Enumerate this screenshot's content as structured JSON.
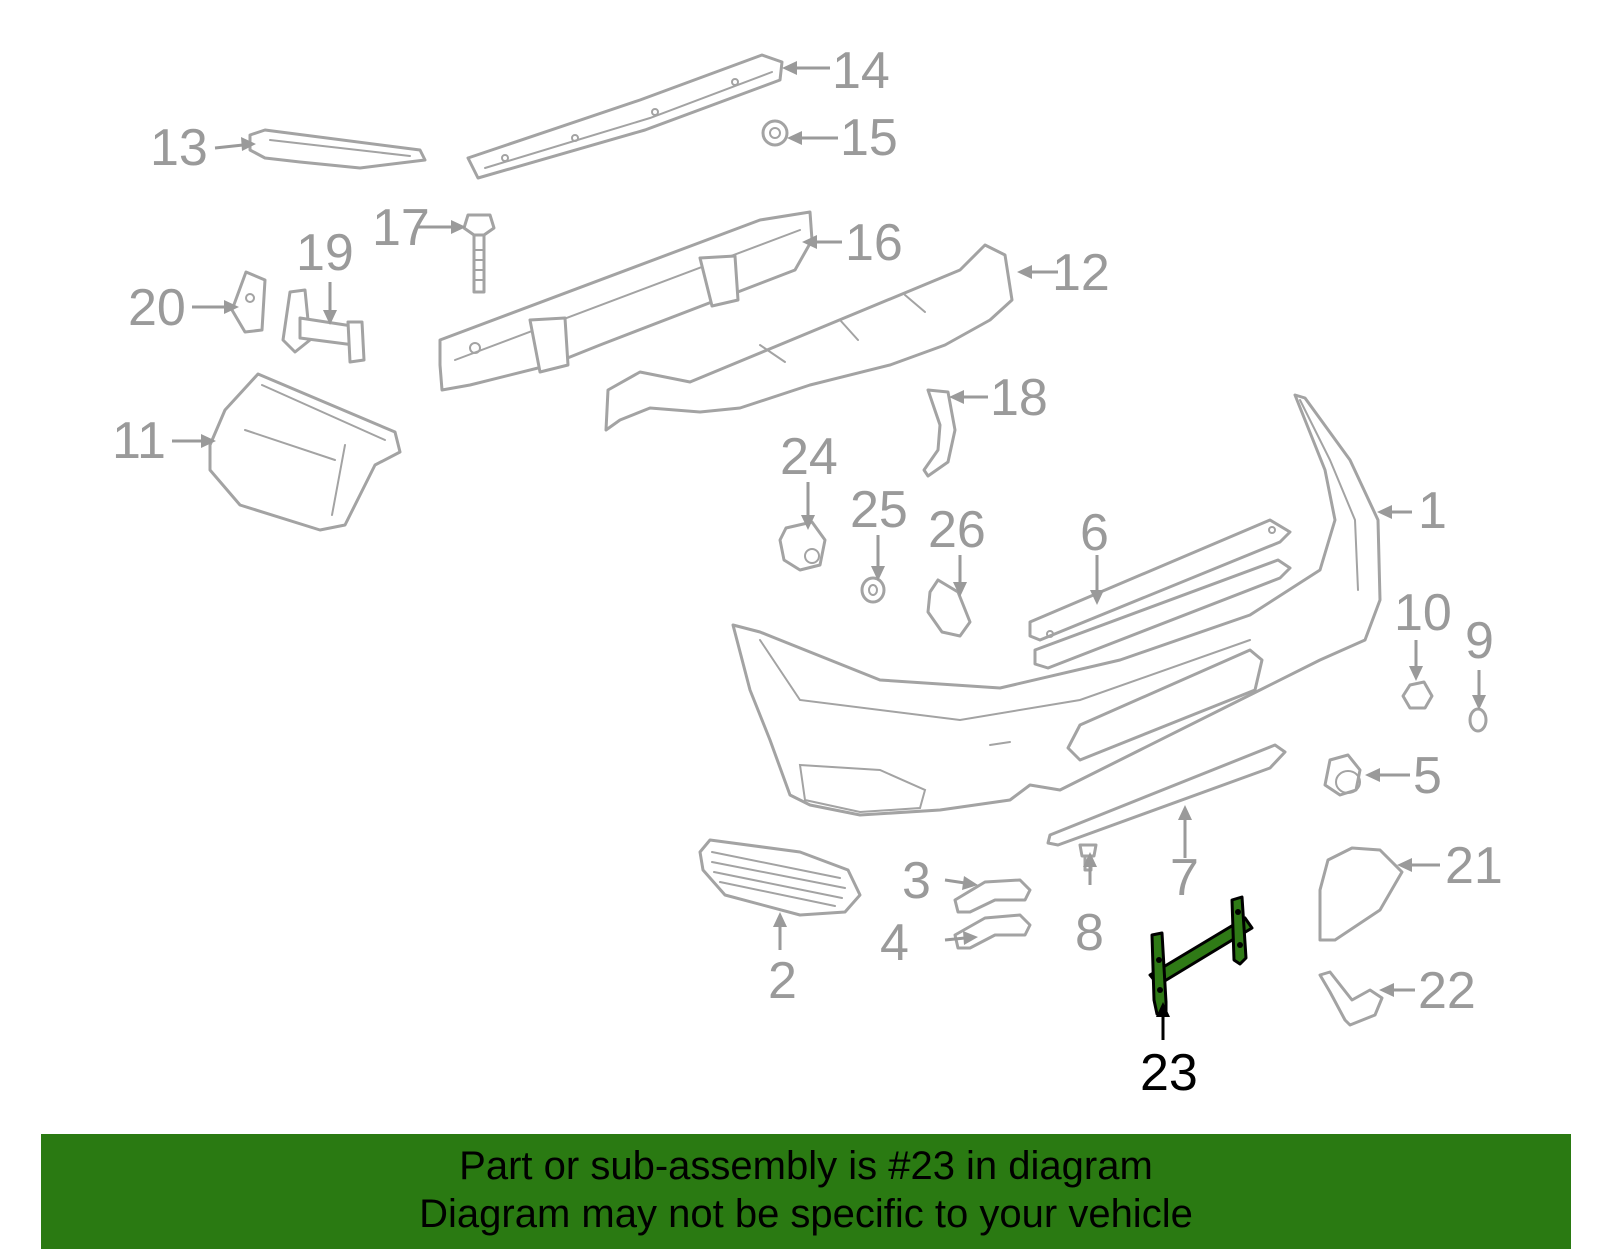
{
  "diagram": {
    "callouts": [
      "1",
      "2",
      "3",
      "4",
      "5",
      "6",
      "7",
      "8",
      "9",
      "10",
      "11",
      "12",
      "13",
      "14",
      "15",
      "16",
      "17",
      "18",
      "19",
      "20",
      "21",
      "22",
      "23",
      "24",
      "25",
      "26"
    ],
    "highlighted_part": "23",
    "highlight_color": "#2f7a16",
    "part_line_color": "#a3a3a3"
  },
  "banner": {
    "line1": "Part or sub-assembly is #23 in diagram",
    "line2": "Diagram may not be specific to your vehicle",
    "background": "#2a7a12"
  }
}
